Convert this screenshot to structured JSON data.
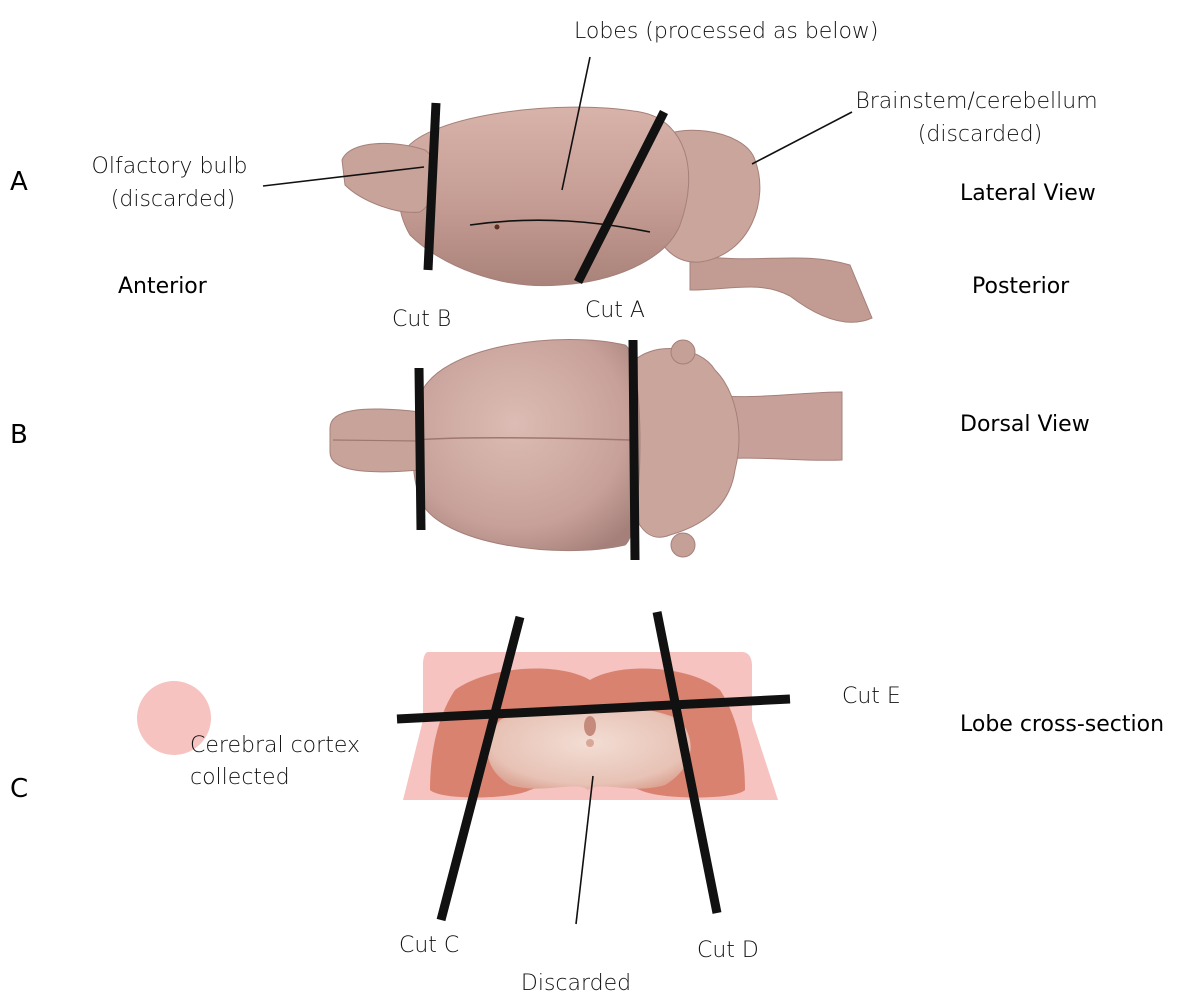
{
  "panels": {
    "a": "A",
    "b": "B",
    "c": "C"
  },
  "views": {
    "lateral": "Lateral View",
    "dorsal": "Dorsal View",
    "cross_section": "Lobe cross-section"
  },
  "orientation": {
    "anterior": "Anterior",
    "posterior": "Posterior"
  },
  "labels": {
    "lobes": "Lobes (processed as below)",
    "brainstem_line1": "Brainstem/cerebellum",
    "brainstem_line2": "(discarded)",
    "olfactory_line1": "Olfactory bulb",
    "olfactory_line2": "(discarded)",
    "cortex_line1": "Cerebral cortex",
    "cortex_line2": "collected",
    "discarded": "Discarded"
  },
  "cuts": {
    "a": "Cut A",
    "b": "Cut B",
    "c": "Cut C",
    "d": "Cut D",
    "e": "Cut E"
  },
  "colors": {
    "tissue": "#caa39a",
    "tissue_shadow": "#a9827a",
    "cortex_highlight": "#f6c3c0",
    "cortex_tissue": "#d9826f",
    "white_matter": "#edd2c8",
    "cut_line": "#111111"
  }
}
